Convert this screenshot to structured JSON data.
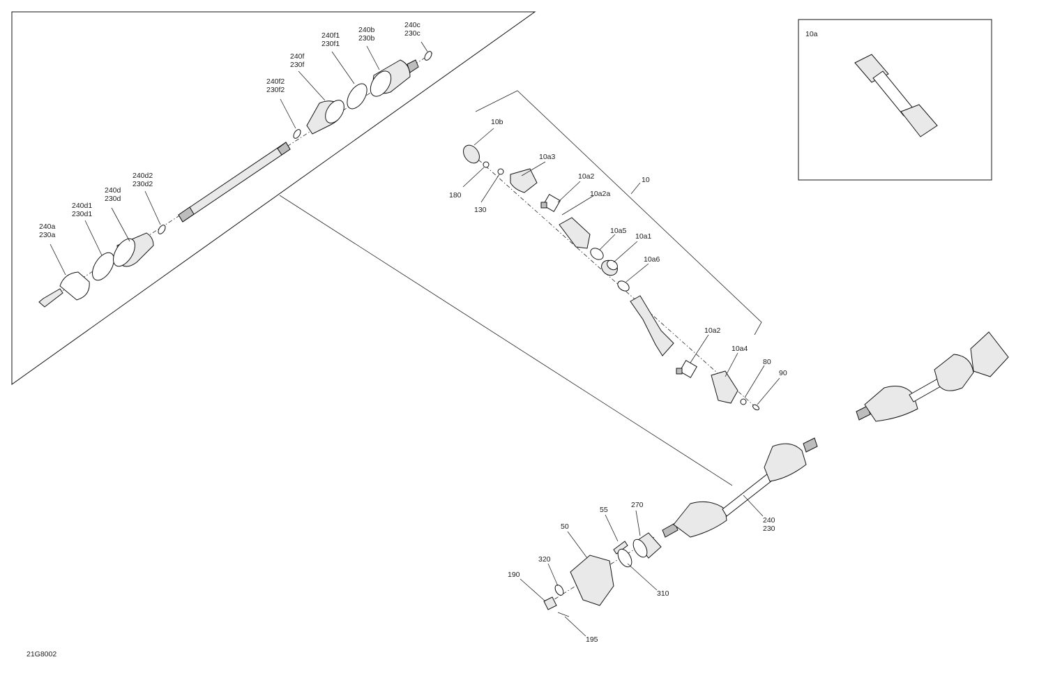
{
  "diagram_code": "21G8002",
  "inset_label": "10a",
  "callouts": {
    "c240c": [
      "240c",
      "230c"
    ],
    "c240b": [
      "240b",
      "230b"
    ],
    "c240f1": [
      "240f1",
      "230f1"
    ],
    "c240f": [
      "240f",
      "230f"
    ],
    "c240f2": [
      "240f2",
      "230f2"
    ],
    "c240d2": [
      "240d2",
      "230d2"
    ],
    "c240d": [
      "240d",
      "230d"
    ],
    "c240d1": [
      "240d1",
      "230d1"
    ],
    "c240a": [
      "240a",
      "230a"
    ],
    "c10b": [
      "10b"
    ],
    "c10a3": [
      "10a3"
    ],
    "c180": [
      "180"
    ],
    "c130": [
      "130"
    ],
    "c10a2_top": [
      "10a2"
    ],
    "c10a2a": [
      "10a2a"
    ],
    "c10": [
      "10"
    ],
    "c10a5": [
      "10a5"
    ],
    "c10a1": [
      "10a1"
    ],
    "c10a6": [
      "10a6"
    ],
    "c10a2_bot": [
      "10a2"
    ],
    "c10a4": [
      "10a4"
    ],
    "c80": [
      "80"
    ],
    "c90": [
      "90"
    ],
    "c240": [
      "240",
      "230"
    ],
    "c270": [
      "270"
    ],
    "c55": [
      "55"
    ],
    "c50": [
      "50"
    ],
    "c320": [
      "320"
    ],
    "c190": [
      "190"
    ],
    "c310": [
      "310"
    ],
    "c195": [
      "195"
    ]
  }
}
